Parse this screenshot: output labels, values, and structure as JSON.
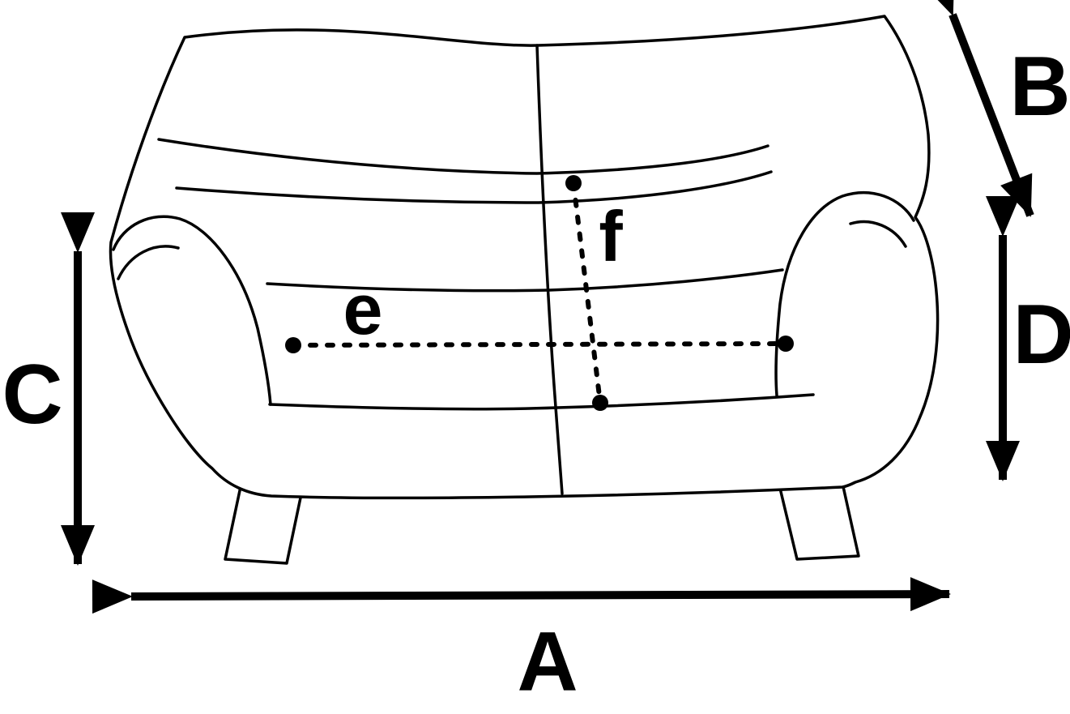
{
  "colors": {
    "line": "#000000",
    "background": "#ffffff"
  },
  "labels": {
    "A": "A",
    "B": "B",
    "C": "C",
    "D": "D",
    "e": "e",
    "f": "f"
  }
}
